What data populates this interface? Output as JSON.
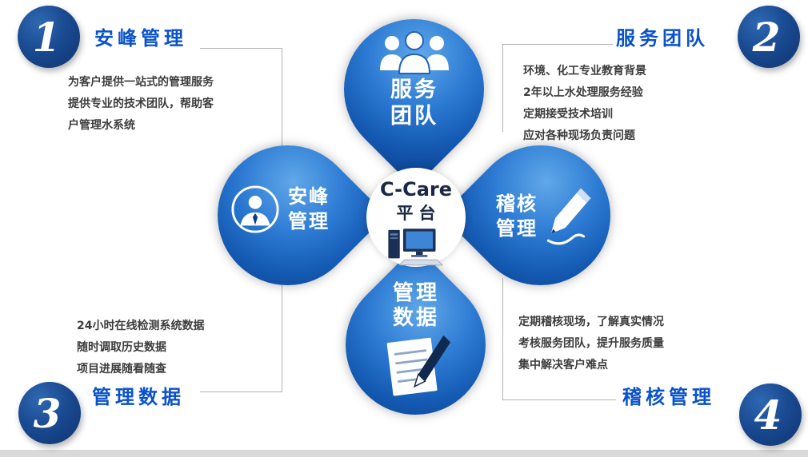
{
  "colors": {
    "petal_dark": "#093b88",
    "petal_mid": "#2e7cd4",
    "petal_light": "#61a8e9",
    "corner_circle": "#1a4a92",
    "title_blue": "#0a52cc",
    "body_text": "#3d3d3d",
    "bottom_bar": "#d9d9d9"
  },
  "center": {
    "title": "C-Care",
    "subtitle": "平台"
  },
  "petals": {
    "top": {
      "line1": "服务",
      "line2": "团队",
      "icon": "team-icon"
    },
    "left": {
      "line1": "安峰",
      "line2": "管理",
      "icon": "manager-icon"
    },
    "right": {
      "line1": "稽核",
      "line2": "管理",
      "icon": "pencil-icon"
    },
    "bottom": {
      "line1": "管理",
      "line2": "数据",
      "icon": "document-pen-icon"
    }
  },
  "corners": [
    {
      "number": "1",
      "title": "安峰管理",
      "lines": [
        "为客户提供一站式的管理服务",
        "提供专业的技术团队，帮助客",
        "户管理水系统"
      ]
    },
    {
      "number": "2",
      "title": "服务团队",
      "lines": [
        "环境、化工专业教育背景",
        "2年以上水处理服务经验",
        "定期接受技术培训",
        "应对各种现场负责问题"
      ]
    },
    {
      "number": "3",
      "title": "管理数据",
      "lines": [
        "24小时在线检测系统数据",
        "随时调取历史数据",
        "项目进展随看随查"
      ]
    },
    {
      "number": "4",
      "title": "稽核管理",
      "lines": [
        "定期稽核现场，了解真实情况",
        "考核服务团队，提升服务质量",
        "集中解决客户难点"
      ]
    }
  ]
}
